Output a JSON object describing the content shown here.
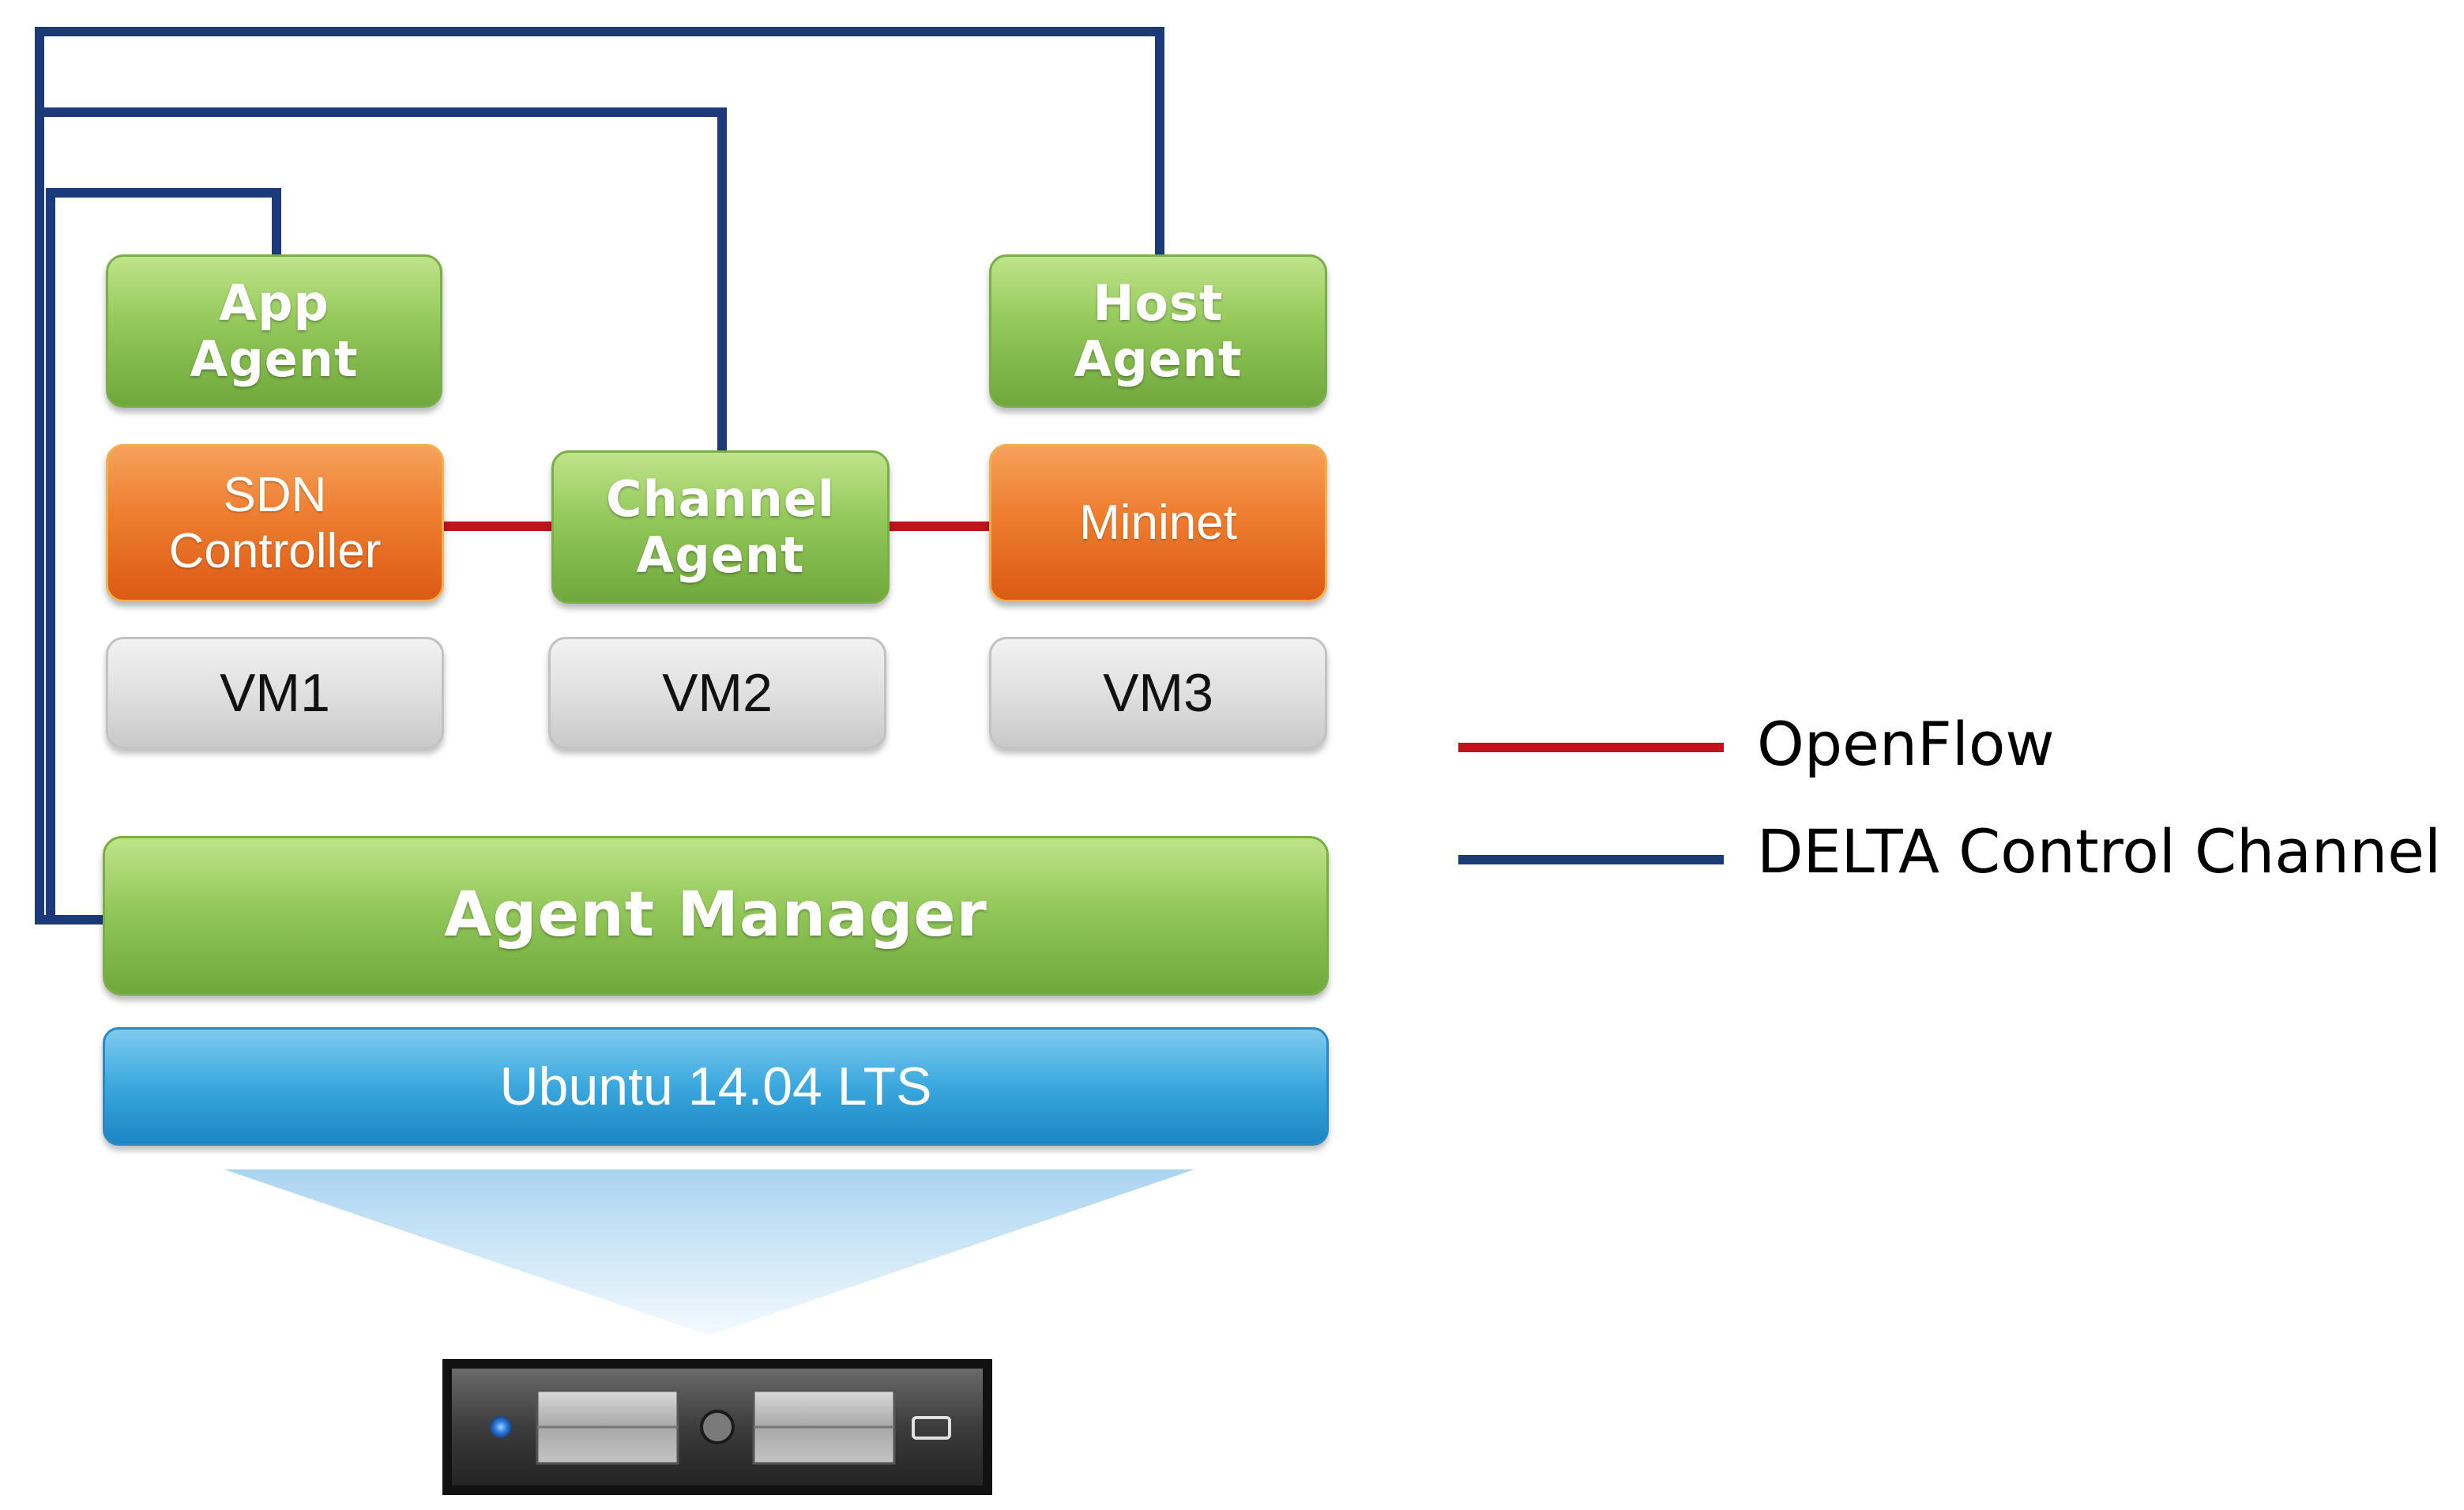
{
  "nodes": {
    "app_agent": {
      "line1": "App",
      "line2": "Agent"
    },
    "host_agent": {
      "line1": "Host",
      "line2": "Agent"
    },
    "sdn_controller": {
      "line1": "SDN",
      "line2": "Controller"
    },
    "channel_agent": {
      "line1": "Channel",
      "line2": "Agent"
    },
    "mininet": {
      "label": "Mininet"
    },
    "vm1": {
      "label": "VM1"
    },
    "vm2": {
      "label": "VM2"
    },
    "vm3": {
      "label": "VM3"
    },
    "agent_manager": {
      "label": "Agent Manager"
    },
    "ubuntu": {
      "label": "Ubuntu 14.04 LTS"
    }
  },
  "edges": [
    {
      "from": "SDN Controller",
      "to": "Channel Agent",
      "type": "OpenFlow"
    },
    {
      "from": "Channel Agent",
      "to": "Mininet",
      "type": "OpenFlow"
    },
    {
      "from": "Agent Manager",
      "to": "App Agent",
      "type": "DELTA Control Channel"
    },
    {
      "from": "Agent Manager",
      "to": "Channel Agent",
      "type": "DELTA Control Channel"
    },
    {
      "from": "Agent Manager",
      "to": "Host Agent",
      "type": "DELTA Control Channel"
    }
  ],
  "legend": [
    {
      "label": "OpenFlow",
      "color": "#c0141c"
    },
    {
      "label": "DELTA Control Channel",
      "color": "#1b3a7a"
    }
  ],
  "colors": {
    "openflow": "#c0141c",
    "control_channel": "#1b3a7a"
  },
  "icons": {
    "server": "server-icon"
  }
}
